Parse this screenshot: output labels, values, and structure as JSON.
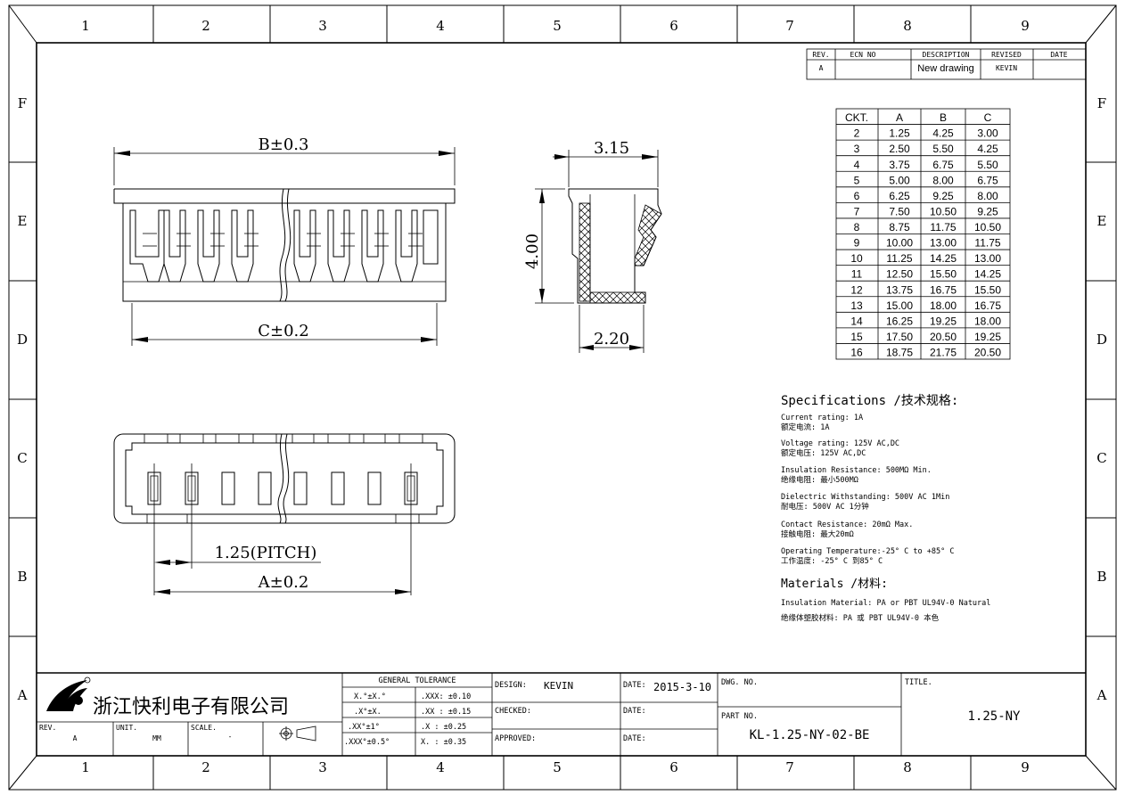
{
  "border": {
    "cols": [
      "1",
      "2",
      "3",
      "4",
      "5",
      "6",
      "7",
      "8",
      "9"
    ],
    "rows": [
      "F",
      "E",
      "D",
      "C",
      "B",
      "A"
    ]
  },
  "revision_block": {
    "headers": [
      "REV.",
      "ECN NO",
      "DESCRIPTION",
      "REVISED",
      "DATE"
    ],
    "row": [
      "A",
      "",
      "New drawing",
      "KEVIN",
      ""
    ]
  },
  "dims": {
    "b": "B±0.3",
    "c": "C±0.2",
    "a": "A±0.2",
    "pitch": "1.25(PITCH)",
    "w315": "3.15",
    "h400": "4.00",
    "w220": "2.20"
  },
  "ckt_table": {
    "headers": [
      "CKT.",
      "A",
      "B",
      "C"
    ],
    "rows": [
      [
        "2",
        "1.25",
        "4.25",
        "3.00"
      ],
      [
        "3",
        "2.50",
        "5.50",
        "4.25"
      ],
      [
        "4",
        "3.75",
        "6.75",
        "5.50"
      ],
      [
        "5",
        "5.00",
        "8.00",
        "6.75"
      ],
      [
        "6",
        "6.25",
        "9.25",
        "8.00"
      ],
      [
        "7",
        "7.50",
        "10.50",
        "9.25"
      ],
      [
        "8",
        "8.75",
        "11.75",
        "10.50"
      ],
      [
        "9",
        "10.00",
        "13.00",
        "11.75"
      ],
      [
        "10",
        "11.25",
        "14.25",
        "13.00"
      ],
      [
        "11",
        "12.50",
        "15.50",
        "14.25"
      ],
      [
        "12",
        "13.75",
        "16.75",
        "15.50"
      ],
      [
        "13",
        "15.00",
        "18.00",
        "16.75"
      ],
      [
        "14",
        "16.25",
        "19.25",
        "18.00"
      ],
      [
        "15",
        "17.50",
        "20.50",
        "19.25"
      ],
      [
        "16",
        "18.75",
        "21.75",
        "20.50"
      ]
    ]
  },
  "specs": {
    "title": "Specifications /技术规格:",
    "lines": [
      [
        "Current rating: 1A",
        "额定电流: 1A"
      ],
      [
        "Voltage rating: 125V AC,DC",
        "额定电压: 125V AC,DC"
      ],
      [
        "Insulation Resistance: 500MΩ Min.",
        "绝缘电阻: 最小500MΩ"
      ],
      [
        "Dielectric Withstanding:  500V AC  1Min",
        "耐电压: 500V AC  1分钟"
      ],
      [
        "Contact Resistance:  20mΩ Max.",
        "接触电阻: 最大20mΩ"
      ],
      [
        "Operating Temperature:-25° C to +85° C",
        "工作温度: -25° C 到85° C"
      ]
    ],
    "materials_title": "Materials /材料:",
    "materials_lines": [
      "Insulation Material:  PA or PBT UL94V-0 Natural",
      "绝缘体塑胶材料: PA 或 PBT UL94V-0 本色"
    ]
  },
  "title_block": {
    "company": "浙江快利电子有限公司",
    "rev_label": "REV.",
    "rev": "A",
    "unit_label": "UNIT.",
    "unit": "MM",
    "scale_label": "SCALE.",
    "scale": "-",
    "tolerance_title": "GENERAL TOLERANCE",
    "tol_rows": [
      [
        "X.°±X.°",
        ".XXX:  ±0.10"
      ],
      [
        ".X°±X.",
        ".XX :  ±0.15"
      ],
      [
        ".XX°±1°",
        ".X  :  ±0.25"
      ],
      [
        ".XXX°±0.5°",
        "X.  :  ±0.35"
      ]
    ],
    "design_label": "DESIGN:",
    "design": "KEVIN",
    "checked_label": "CHECKED:",
    "approved_label": "APPROVED:",
    "date_label": "DATE:",
    "date": "2015-3-10",
    "dwg_label": "DWG. NO.",
    "part_label": "PART NO.",
    "part_no": "KL-1.25-NY-02-BE",
    "title_label": "TITLE.",
    "title": "1.25-NY"
  }
}
